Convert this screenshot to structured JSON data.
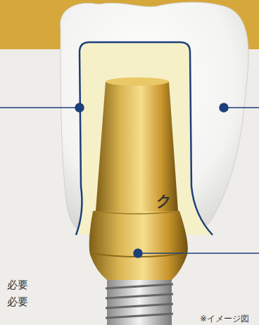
{
  "diagram": {
    "labels": [
      "ク",
      "必要",
      "必要",
      "※イメージ図"
    ]
  }
}
